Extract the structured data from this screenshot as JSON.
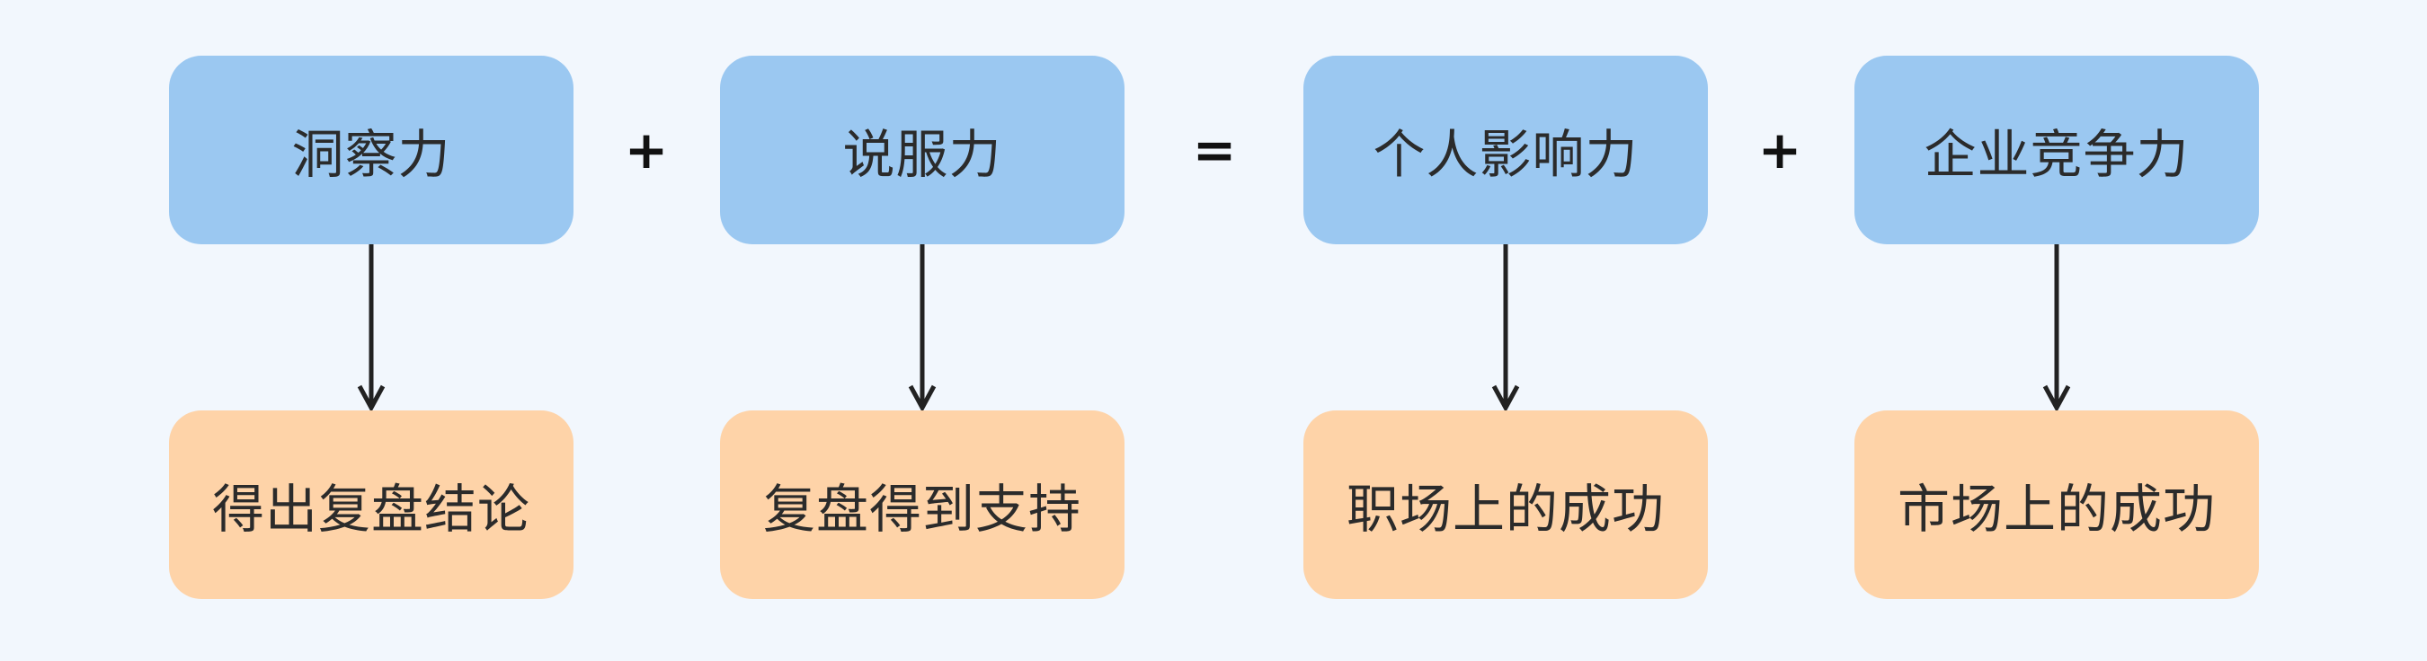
{
  "columns": [
    {
      "top": "洞察力",
      "bottom": "得出复盘结论"
    },
    {
      "top": "说服力",
      "bottom": "复盘得到支持"
    },
    {
      "top": "个人影响力",
      "bottom": "职场上的成功"
    },
    {
      "top": "企业竞争力",
      "bottom": "市场上的成功"
    }
  ],
  "operators": [
    "+",
    "=",
    "+"
  ],
  "colors": {
    "background": "#f2f7fd",
    "top_box": "#9bc8f1",
    "bottom_box": "#fed3a8",
    "arrow": "#222222",
    "text": "#2b2b2b"
  }
}
